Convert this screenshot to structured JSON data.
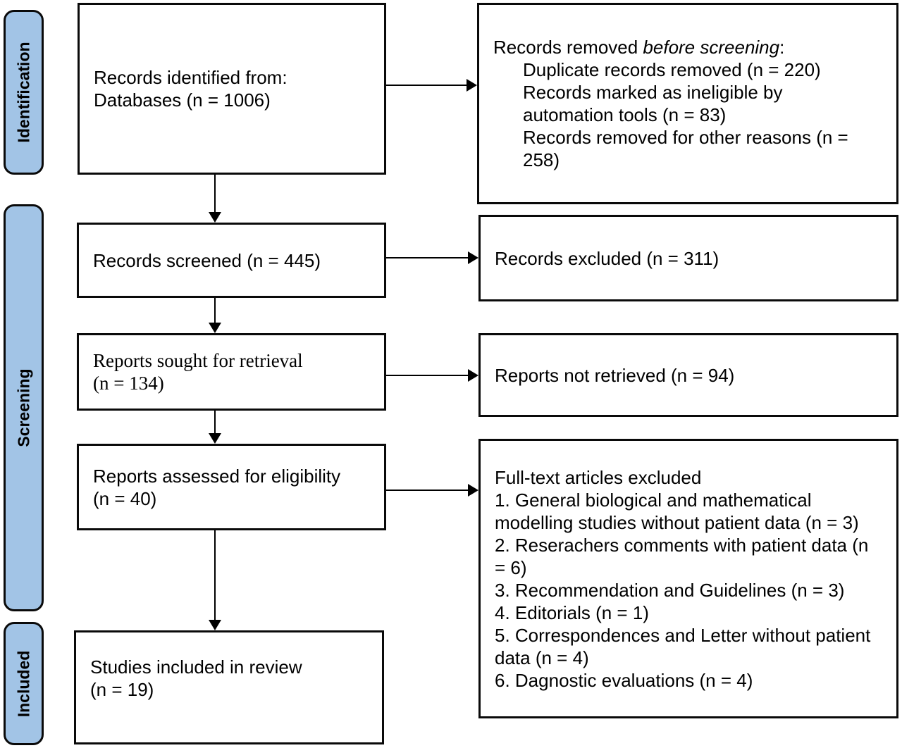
{
  "diagram": {
    "colors": {
      "stage_fill": "#a2c4e6",
      "box_border": "#0a0a0a",
      "background": "#ffffff"
    },
    "stages": {
      "identification": "Identification",
      "screening": "Screening",
      "included": "Included"
    },
    "boxes": {
      "records_identified": {
        "lines": [
          "Records identified from:",
          "Databases (n = 1006)"
        ]
      },
      "records_removed": {
        "title_prefix": "Records removed ",
        "title_italic": "before screening",
        "title_suffix": ":",
        "items": [
          "Duplicate records removed (n = 220)",
          "Records marked as ineligible by automation tools (n = 83)",
          "Records removed for other reasons (n = 258)"
        ]
      },
      "records_screened": {
        "text": "Records screened (n = 445)"
      },
      "records_excluded": {
        "text": "Records excluded (n = 311)"
      },
      "reports_sought": {
        "lines": [
          "Reports sought for retrieval",
          "(n = 134)"
        ]
      },
      "reports_not_retrieved": {
        "text": "Reports not retrieved (n = 94)"
      },
      "reports_assessed": {
        "lines": [
          "Reports assessed for eligibility",
          "(n = 40)"
        ]
      },
      "fulltext_excluded": {
        "title": "Full-text articles excluded",
        "items": [
          "1. General biological and mathematical modelling studies without patient data (n = 3)",
          "2. Reserachers comments with patient data (n = 6)",
          "3. Recommendation and Guidelines (n = 3)",
          "4. Editorials (n = 1)",
          "5. Correspondences and Letter without patient data (n = 4)",
          "6. Dagnostic evaluations (n = 4)"
        ]
      },
      "studies_included": {
        "lines": [
          "Studies included in review",
          "(n = 19)"
        ]
      }
    }
  }
}
